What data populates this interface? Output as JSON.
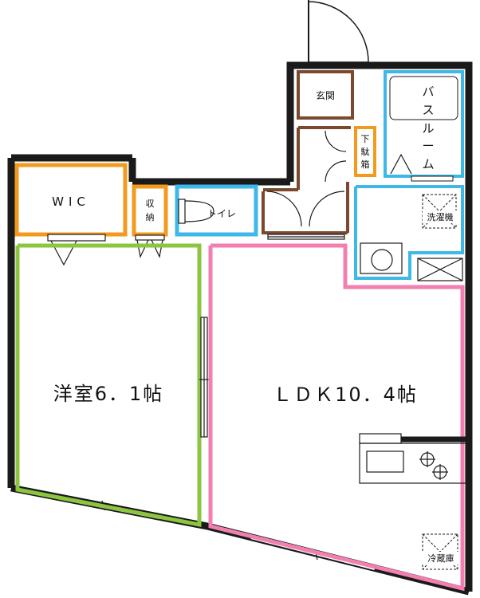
{
  "rooms": {
    "wic": "WIC",
    "storage": [
      "収",
      "納"
    ],
    "toilet": "トイレ",
    "entrance": "玄関",
    "shoe_box": [
      "下",
      "駄",
      "箱"
    ],
    "bathroom": [
      "バ",
      "ス",
      "ル",
      "ー",
      "ム"
    ],
    "washer": "洗濯機",
    "western_room": "洋室6．1帖",
    "ldk": "ＬＤＫ10．4帖",
    "fridge": "冷蔵庫"
  },
  "colors": {
    "wall": "#1a1a1a",
    "wic": "#f39a1e",
    "storage": "#f39a1e",
    "shoe_box": "#f39a1e",
    "toilet": "#3db8e8",
    "bath": "#3db8e8",
    "washroom": "#3db8e8",
    "entrance": "#7b4a2e",
    "western_room": "#8cc63f",
    "ldk": "#f27fb0"
  }
}
